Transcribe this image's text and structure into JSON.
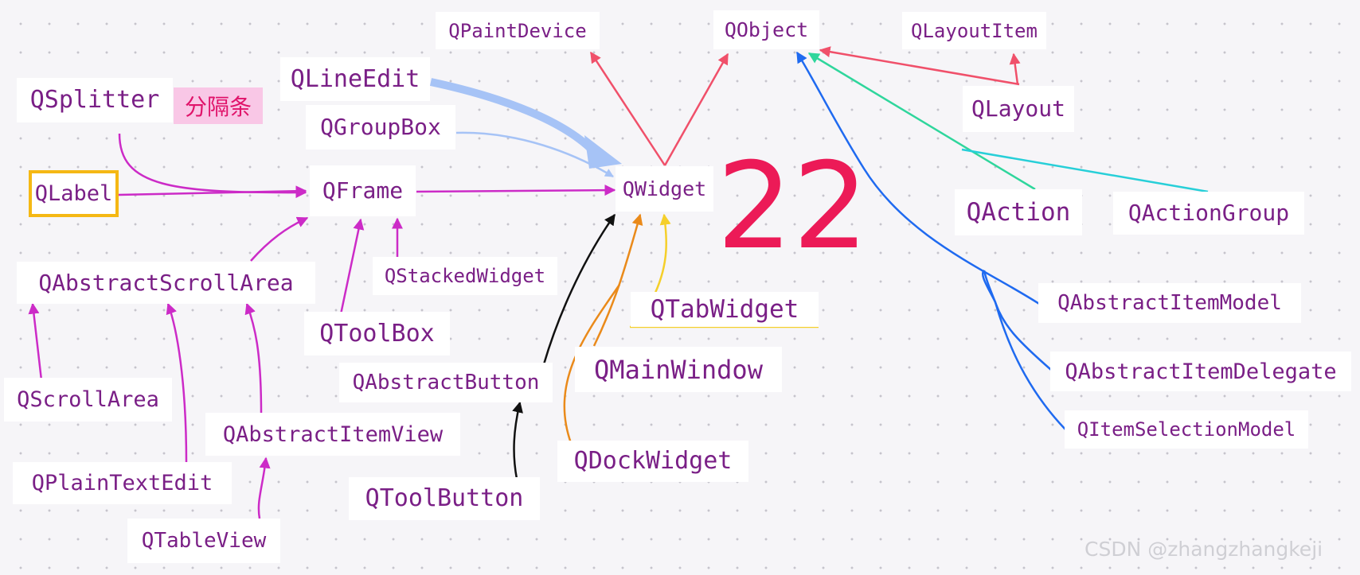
{
  "colors": {
    "magenta": "#cc2bc7",
    "red": "#f0506a",
    "green": "#2fd69c",
    "cyan": "#27cfd8",
    "blue": "#1f6af0",
    "light_blue": "#a6c3f6",
    "black": "#111111",
    "orange": "#ea8a1a",
    "yellow": "#f5cf2a",
    "label_text": "#7a1f86",
    "big_number": "#ec1a57"
  },
  "nodes": {
    "qpaintdevice": "QPaintDevice",
    "qobject": "QObject",
    "qlayoutitem": "QLayoutItem",
    "qlineedit": "QLineEdit",
    "qsplitter": "QSplitter",
    "qgroupbox": "QGroupBox",
    "qlayout": "QLayout",
    "qlabel": "QLabel",
    "qframe": "QFrame",
    "qwidget": "QWidget",
    "qaction": "QAction",
    "qactiongroup": "QActionGroup",
    "qabstractscrollarea": "QAbstractScrollArea",
    "qstackedwidget": "QStackedWidget",
    "qabstractitemmodel": "QAbstractItemModel",
    "qtabwidget": "QTabWidget",
    "qtoolbox": "QToolBox",
    "qmainwindow": "QMainWindow",
    "qabstractitemdelegate": "QAbstractItemDelegate",
    "qabstractbutton": "QAbstractButton",
    "qscrollarea": "QScrollArea",
    "qitemselectionmodel": "QItemSelectionModel",
    "qabstractitemview": "QAbstractItemView",
    "qdockwidget": "QDockWidget",
    "qplaintextedit": "QPlainTextEdit",
    "qtoolbutton": "QToolButton",
    "qtableview": "QTableView"
  },
  "splitter_note": "分隔条",
  "big_number": "22",
  "watermark": "CSDN @zhangzhangkeji",
  "edges": [
    {
      "from": "QSplitter",
      "to": "QFrame",
      "color": "magenta"
    },
    {
      "from": "QLabel",
      "to": "QFrame",
      "color": "magenta"
    },
    {
      "from": "QFrame",
      "to": "QWidget",
      "color": "magenta"
    },
    {
      "from": "QAbstractScrollArea",
      "to": "QFrame",
      "color": "magenta"
    },
    {
      "from": "QToolBox",
      "to": "QFrame",
      "color": "magenta"
    },
    {
      "from": "QStackedWidget",
      "to": "QFrame",
      "color": "magenta"
    },
    {
      "from": "QScrollArea",
      "to": "QAbstractScrollArea",
      "color": "magenta"
    },
    {
      "from": "QPlainTextEdit",
      "to": "QAbstractScrollArea",
      "color": "magenta"
    },
    {
      "from": "QAbstractItemView",
      "to": "QAbstractScrollArea",
      "color": "magenta"
    },
    {
      "from": "QTableView",
      "to": "QAbstractItemView",
      "color": "magenta"
    },
    {
      "from": "QLineEdit",
      "to": "QWidget",
      "color": "light_blue"
    },
    {
      "from": "QGroupBox",
      "to": "QWidget",
      "color": "light_blue"
    },
    {
      "from": "QWidget",
      "to": "QPaintDevice",
      "color": "red"
    },
    {
      "from": "QWidget",
      "to": "QObject",
      "color": "red"
    },
    {
      "from": "QLayout",
      "to": "QLayoutItem",
      "color": "red"
    },
    {
      "from": "QLayout",
      "to": "QObject",
      "color": "red"
    },
    {
      "from": "QAction",
      "to": "QObject",
      "color": "green"
    },
    {
      "from": "QActionGroup",
      "to": "QObject",
      "color": "cyan"
    },
    {
      "from": "QAbstractItemModel",
      "to": "QObject",
      "color": "blue"
    },
    {
      "from": "QAbstractItemDelegate",
      "to": "QObject",
      "color": "blue"
    },
    {
      "from": "QItemSelectionModel",
      "to": "QObject",
      "color": "blue"
    },
    {
      "from": "QAbstractButton",
      "to": "QWidget",
      "color": "black"
    },
    {
      "from": "QToolButton",
      "to": "QAbstractButton",
      "color": "black"
    },
    {
      "from": "QMainWindow",
      "to": "QWidget",
      "color": "orange"
    },
    {
      "from": "QDockWidget",
      "to": "QWidget",
      "color": "orange"
    },
    {
      "from": "QTabWidget",
      "to": "QWidget",
      "color": "yellow"
    }
  ]
}
